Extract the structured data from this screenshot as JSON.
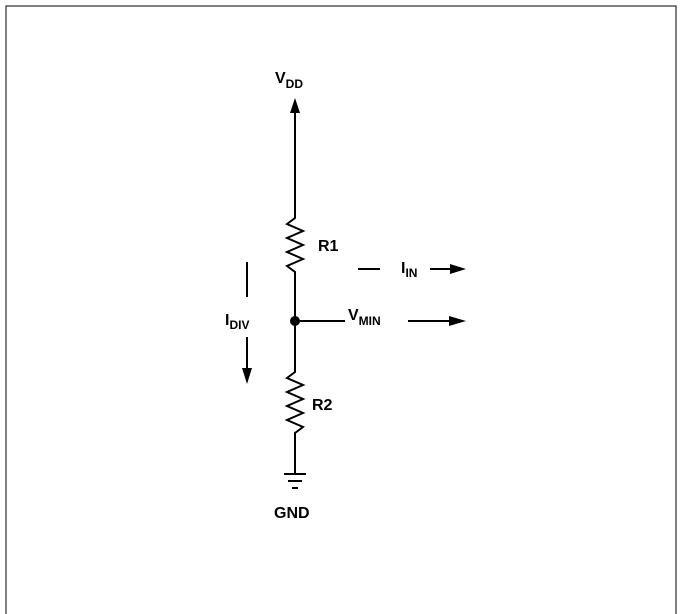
{
  "labels": {
    "vdd_main": "V",
    "vdd_sub": "DD",
    "r1": "R1",
    "r2": "R2",
    "iin_main": "I",
    "iin_sub": "IN",
    "vmin_main": "V",
    "vmin_sub": "MIN",
    "idiv_main": "I",
    "idiv_sub": "DIV",
    "gnd": "GND"
  }
}
